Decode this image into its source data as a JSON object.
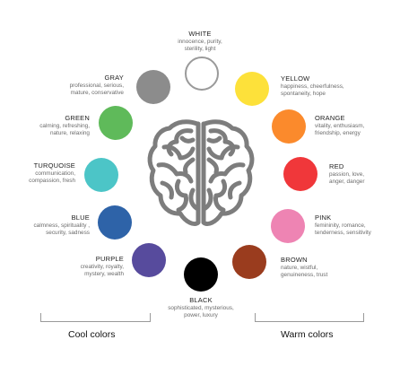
{
  "colors": {
    "white": {
      "name": "WHITE",
      "desc": "innocence, purity,\nsterility, light",
      "hex": "#ffffff"
    },
    "gray": {
      "name": "GRAY",
      "desc": "professional, serious,\nmature, conservative",
      "hex": "#8c8c8c"
    },
    "yellow": {
      "name": "YELLOW",
      "desc": "happiness, cheerfulness,\nspontaneity, hope",
      "hex": "#fde13a"
    },
    "green": {
      "name": "GREEN",
      "desc": "calming, refreshing,\nnature, relaxing",
      "hex": "#5fba5a"
    },
    "orange": {
      "name": "ORANGE",
      "desc": "vitality, enthusiasm,\nfriendship, energy",
      "hex": "#fb8a2c"
    },
    "turquoise": {
      "name": "TURQUOISE",
      "desc": "communication,\ncompassion, fresh",
      "hex": "#4cc5c7"
    },
    "red": {
      "name": "RED",
      "desc": "passion, love,\nanger, danger",
      "hex": "#f0373a"
    },
    "blue": {
      "name": "BLUE",
      "desc": "calmness, spirituality ,\nsecurity, sadness",
      "hex": "#2e63a8"
    },
    "pink": {
      "name": "PINK",
      "desc": "femininity, romance,\ntenderness, sensitivity",
      "hex": "#ee84b3"
    },
    "purple": {
      "name": "PURPLE",
      "desc": "creativity, royalty,\nmystery, wealth",
      "hex": "#574b9d"
    },
    "brown": {
      "name": "BROWN",
      "desc": "nature, wistful,\ngenuineness, trust",
      "hex": "#9a3c1e"
    },
    "black": {
      "name": "BLACK",
      "desc": "sophisticated, mysterious,\npower, luxury",
      "hex": "#000000"
    }
  },
  "groups": {
    "cool": "Cool colors",
    "warm": "Warm colors"
  },
  "brain_color": "#7d7d7d"
}
